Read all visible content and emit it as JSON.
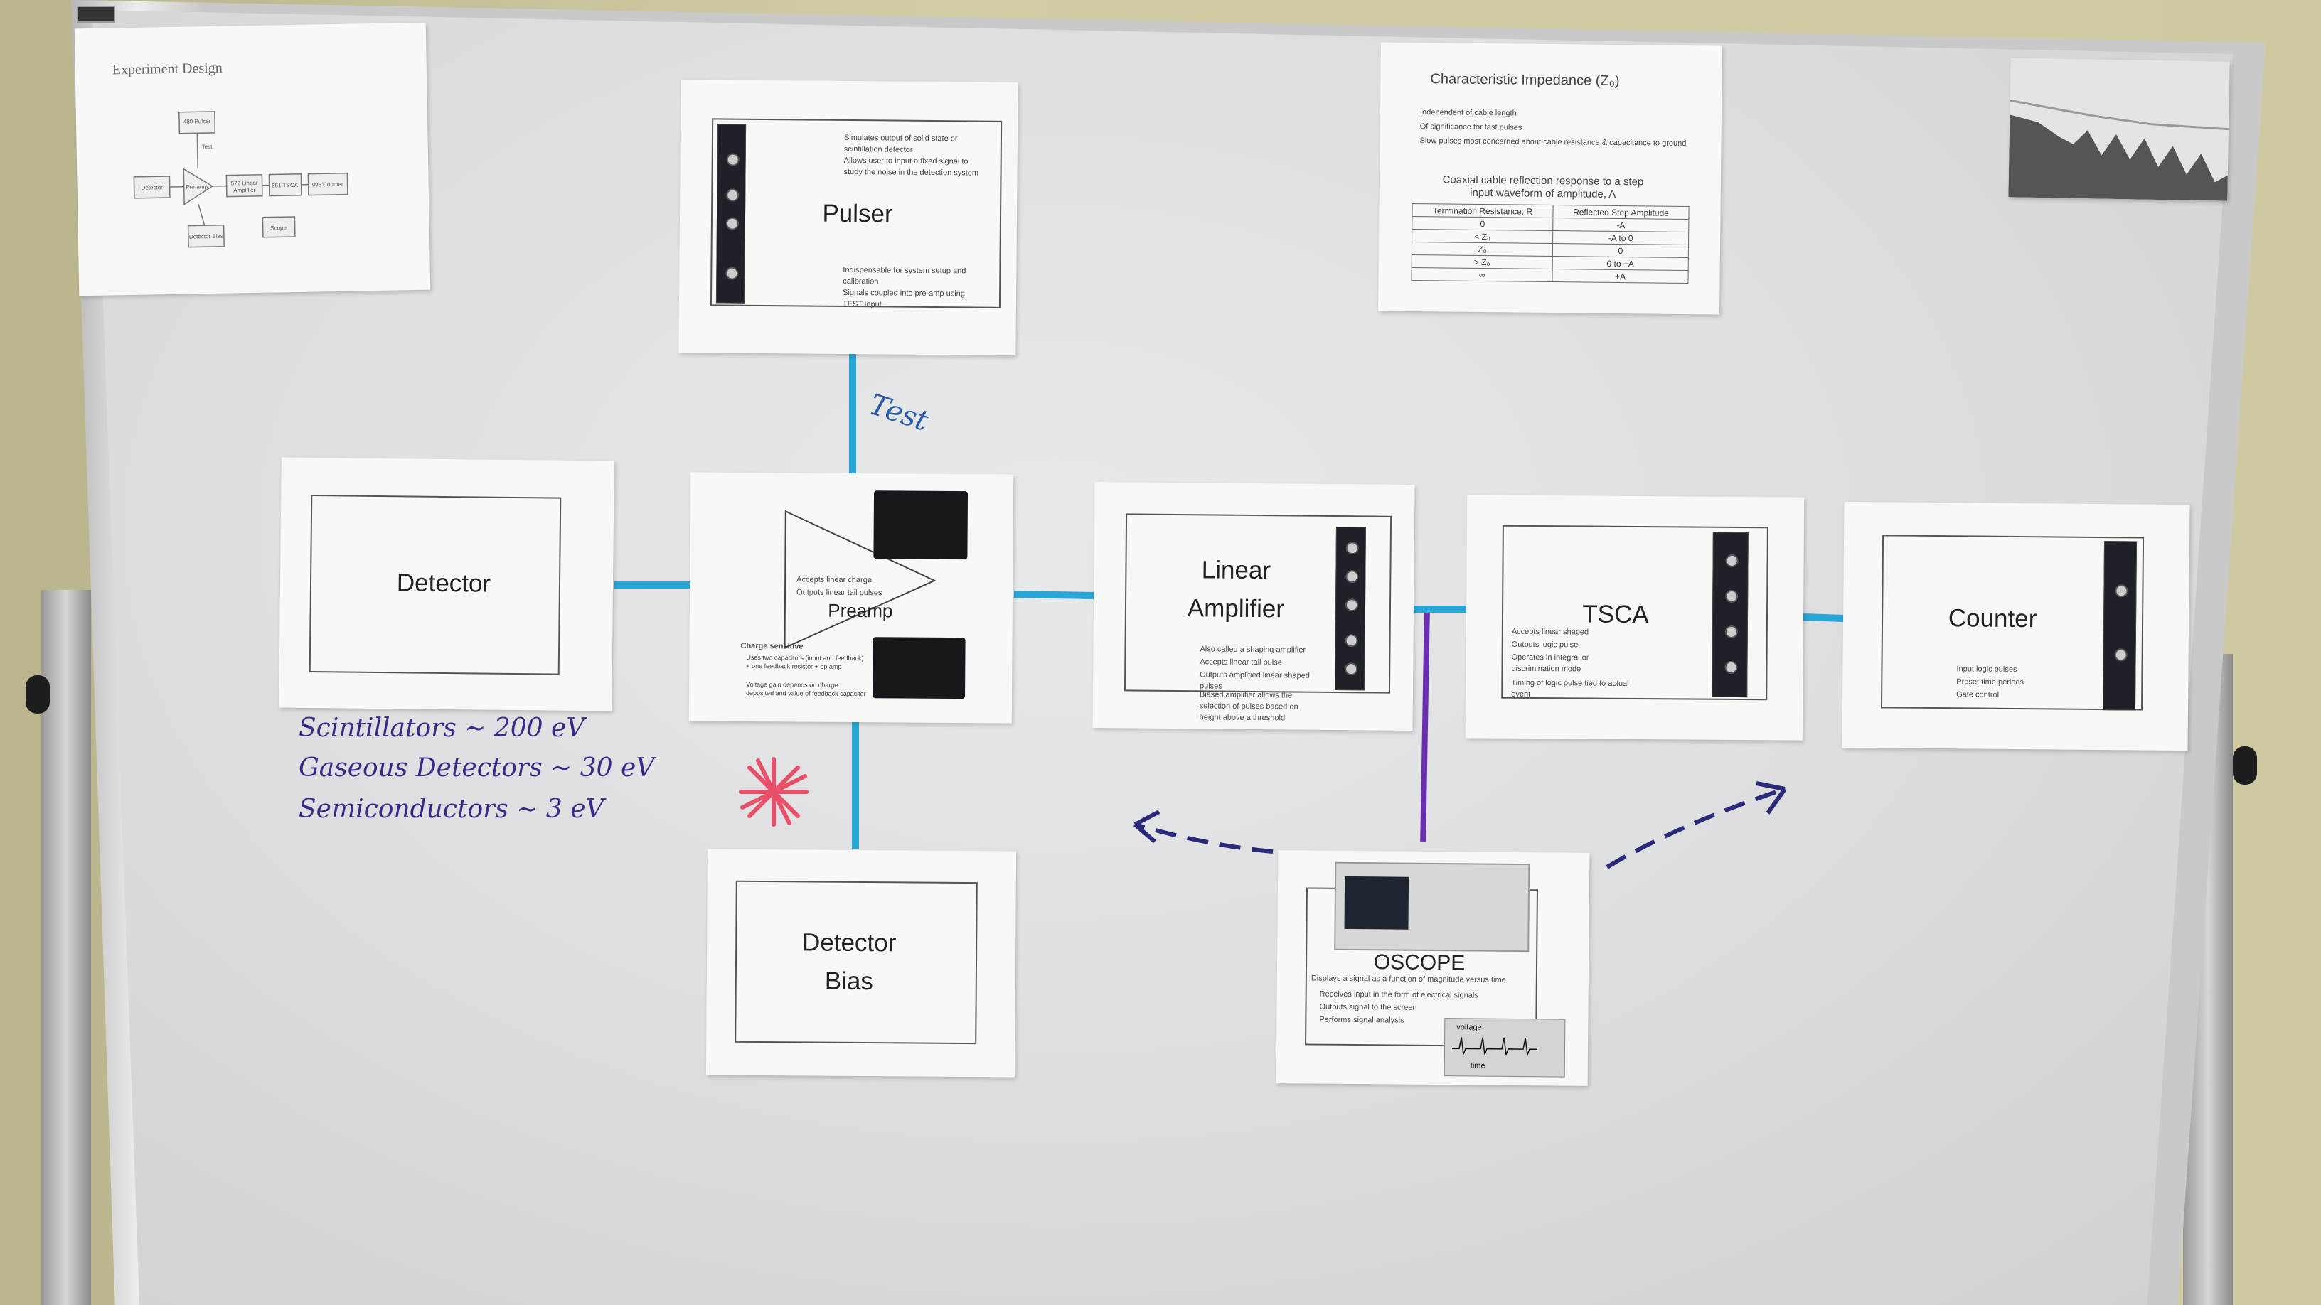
{
  "experiment_design": {
    "title": "Experiment Design",
    "blocks": [
      "Detector",
      "Pre-amp",
      "572 Linear Amplifier",
      "551 TSCA",
      "996 Counter",
      "480 Pulser",
      "Detector Bias",
      "Scope",
      "Test"
    ]
  },
  "pulser": {
    "label": "Pulser",
    "bullets": [
      "Simulates output of solid state or scintillation detector",
      "Allows user to input a fixed signal to study the noise in the detection system",
      "Indispensable for system setup and calibration",
      "Signals coupled into pre-amp using TEST input"
    ]
  },
  "impedance": {
    "title": "Characteristic Impedance (Z₀)",
    "bullets": [
      "Independent of cable length",
      "Of significance for fast pulses",
      "Slow pulses most concerned about cable resistance & capacitance to ground"
    ],
    "table_caption": "Coaxial cable reflection response to a step input waveform of amplitude, A",
    "headers": [
      "Termination Resistance, R",
      "Reflected Step Amplitude"
    ],
    "rows": [
      [
        "0",
        "-A"
      ],
      [
        "< Z₀",
        "-A to 0"
      ],
      [
        "Z₀",
        "0"
      ],
      [
        "> Z₀",
        "0 to +A"
      ],
      [
        "∞",
        "+A"
      ]
    ]
  },
  "detector": {
    "label": "Detector"
  },
  "preamp": {
    "label": "Preamp",
    "bullets": [
      "Accepts linear charge",
      "Outputs linear tail pulses"
    ],
    "notes": [
      "Charge sensitive",
      "Uses two capacitors (input and feedback) + one feedback resistor + op amp",
      "Voltage gain depends on charge deposited and value of feedback capacitor"
    ]
  },
  "linear_amp": {
    "label_line1": "Linear",
    "label_line2": "Amplifier",
    "bullets": [
      "Also called a shaping amplifier",
      "Accepts linear tail pulse",
      "Outputs amplified linear shaped pulses",
      "Biased amplifier allows the selection of pulses based on height above a threshold"
    ]
  },
  "tsca": {
    "label": "TSCA",
    "bullets": [
      "Accepts linear shaped",
      "Outputs logic pulse",
      "Operates in integral or discrimination mode",
      "Timing of logic pulse tied to actual event"
    ]
  },
  "counter": {
    "label": "Counter",
    "bullets": [
      "Input logic pulses",
      "Preset time periods",
      "Gate control"
    ]
  },
  "detector_bias": {
    "label_line1": "Detector",
    "label_line2": "Bias"
  },
  "oscope": {
    "label": "OSCOPE",
    "description": "Displays a signal as a function of magnitude versus time",
    "bullets": [
      "Receives input in the form of electrical signals",
      "Outputs signal to the screen",
      "Performs signal analysis"
    ],
    "axis_y": "voltage",
    "axis_x": "time"
  },
  "handwriting": {
    "test": "Test",
    "line1": "Scintillators ~ 200 eV",
    "line2": "Gaseous Detectors ~ 30 eV",
    "line3": "Semiconductors ~ 3 eV"
  },
  "colors": {
    "blue_wire": "#2aa6d6",
    "purple_marker": "#6a2fb0",
    "red_star": "#e8506a"
  }
}
